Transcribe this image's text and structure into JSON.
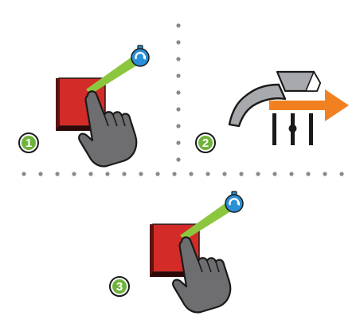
{
  "colors": {
    "button_red": "#d32b27",
    "button_dark": "#3a0d0c",
    "hand_gray": "#6e6e70",
    "hand_outline": "#1a1a1a",
    "beam_green": "#8cc63f",
    "step_green": "#6fb43a",
    "timer_blue": "#2a8fd6",
    "arrow_orange": "#f08020",
    "divider_gray": "#8a8a8a",
    "faucet_gray": "#a7a9ac"
  },
  "steps": [
    {
      "number": "1",
      "icon": "press-button-with-timer-icon"
    },
    {
      "number": "2",
      "icon": "faucet-flow-arrow-icon"
    },
    {
      "number": "3",
      "icon": "press-button-with-timer-icon"
    }
  ]
}
